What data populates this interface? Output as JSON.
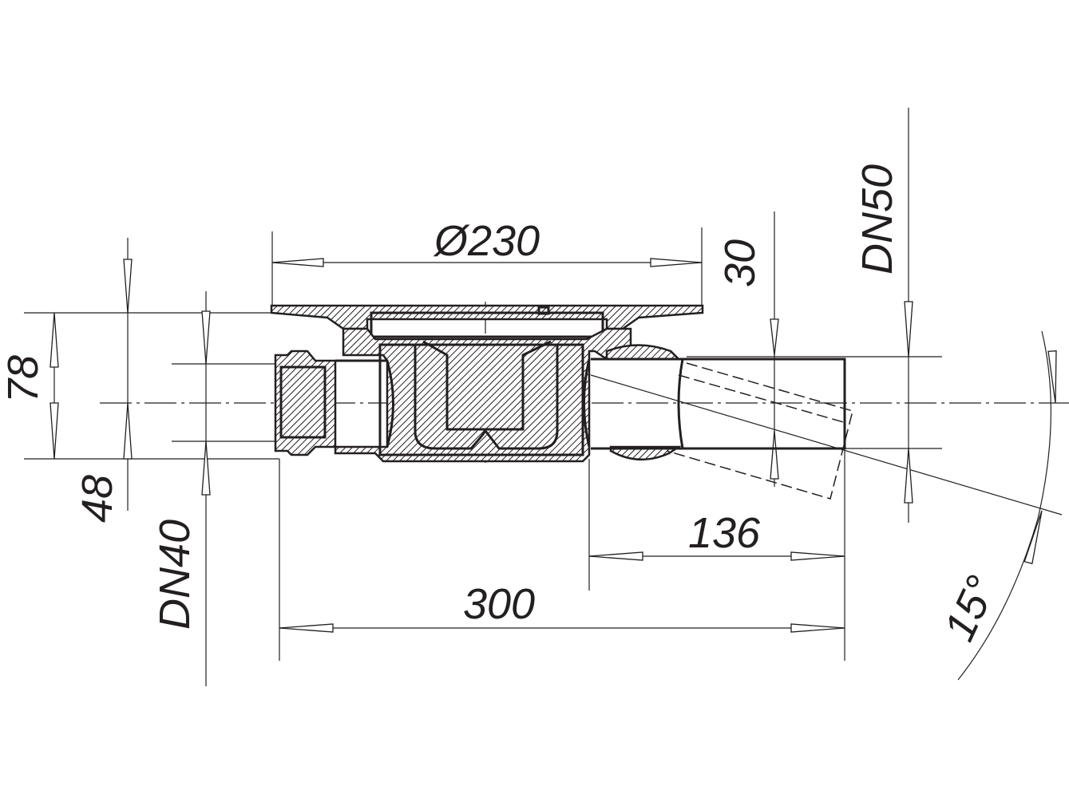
{
  "drawing": {
    "colors": {
      "ink": "#231f20",
      "background": "#ffffff"
    },
    "dimensions": {
      "diameter": "Ø230",
      "height_30": "30",
      "outlet_dn": "DN50",
      "total_height": "78",
      "inlet_height": "48",
      "inlet_dn": "DN40",
      "outlet_length": "136",
      "overall_length": "300",
      "angle": "15°"
    }
  }
}
